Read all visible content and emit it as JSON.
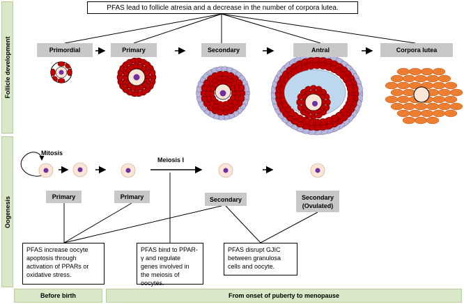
{
  "header_note": "PFAS lead to follicle atresia and a decrease in the number of corpora lutea.",
  "side_labels": {
    "top": "Follicle development",
    "bottom": "Oogenesis"
  },
  "follicle_stages": [
    "Primordial",
    "Primary",
    "Secondary",
    "Antral",
    "Corpora lutea"
  ],
  "oogenesis": {
    "mitosis_label": "Mitosis",
    "meiosis_label": "Meiosis I",
    "stage_labels": [
      "Primary",
      "Primary",
      "Secondary",
      "Secondary\n(Ovulated)"
    ]
  },
  "notes": [
    "PFAS increase oocyte apoptosis through activation of PPARs or oxidative stress.",
    "PFAS bind to PPAR-γ and regulate genes involved in the meiosis of oocytes.",
    "PFAS disrupt GJIC between granulosa cells and oocyte."
  ],
  "timeline": {
    "left": "Before birth",
    "right": "From onset of puberty to menopause"
  },
  "colors": {
    "granulosa": "#c00000",
    "theca": "#b7b7dd",
    "antrum": "#bdd7ee",
    "oocyte": "#fbe5d6",
    "nucleus": "#7030a0",
    "corpus_luteum": "#ed7d31",
    "label_box": "#c8c8c8",
    "side_bar": "#d9e8c6"
  }
}
